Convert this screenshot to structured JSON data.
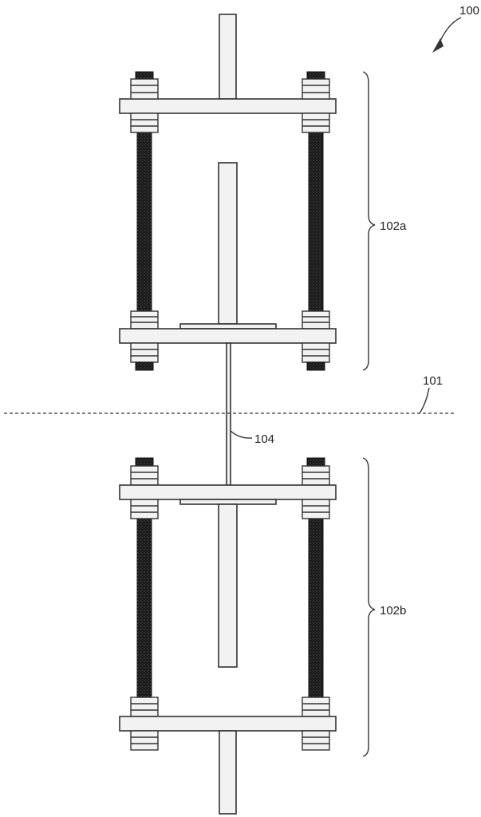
{
  "labels": {
    "assembly": "100",
    "plane": "101",
    "upper_group": "102a",
    "lower_group": "102b",
    "connector": "104"
  }
}
